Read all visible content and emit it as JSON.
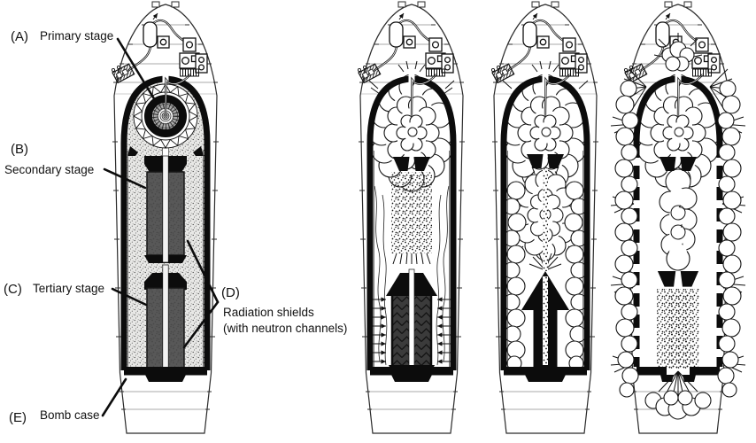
{
  "figure": {
    "labels": {
      "a": {
        "tag": "(A)",
        "text": "Primary stage"
      },
      "b": {
        "tag": "(B)",
        "text": "Secondary stage"
      },
      "c": {
        "tag": "(C)",
        "text": "Tertiary stage"
      },
      "d": {
        "tag": "(D)",
        "line1": "Radiation shields",
        "line2": "(with neutron channels)"
      },
      "e": {
        "tag": "(E)",
        "text": "Bomb case"
      }
    },
    "colors": {
      "ink": "#0c0c0c",
      "stage_fill": "#585858",
      "stipple_bg": "#e8e8e6"
    }
  }
}
